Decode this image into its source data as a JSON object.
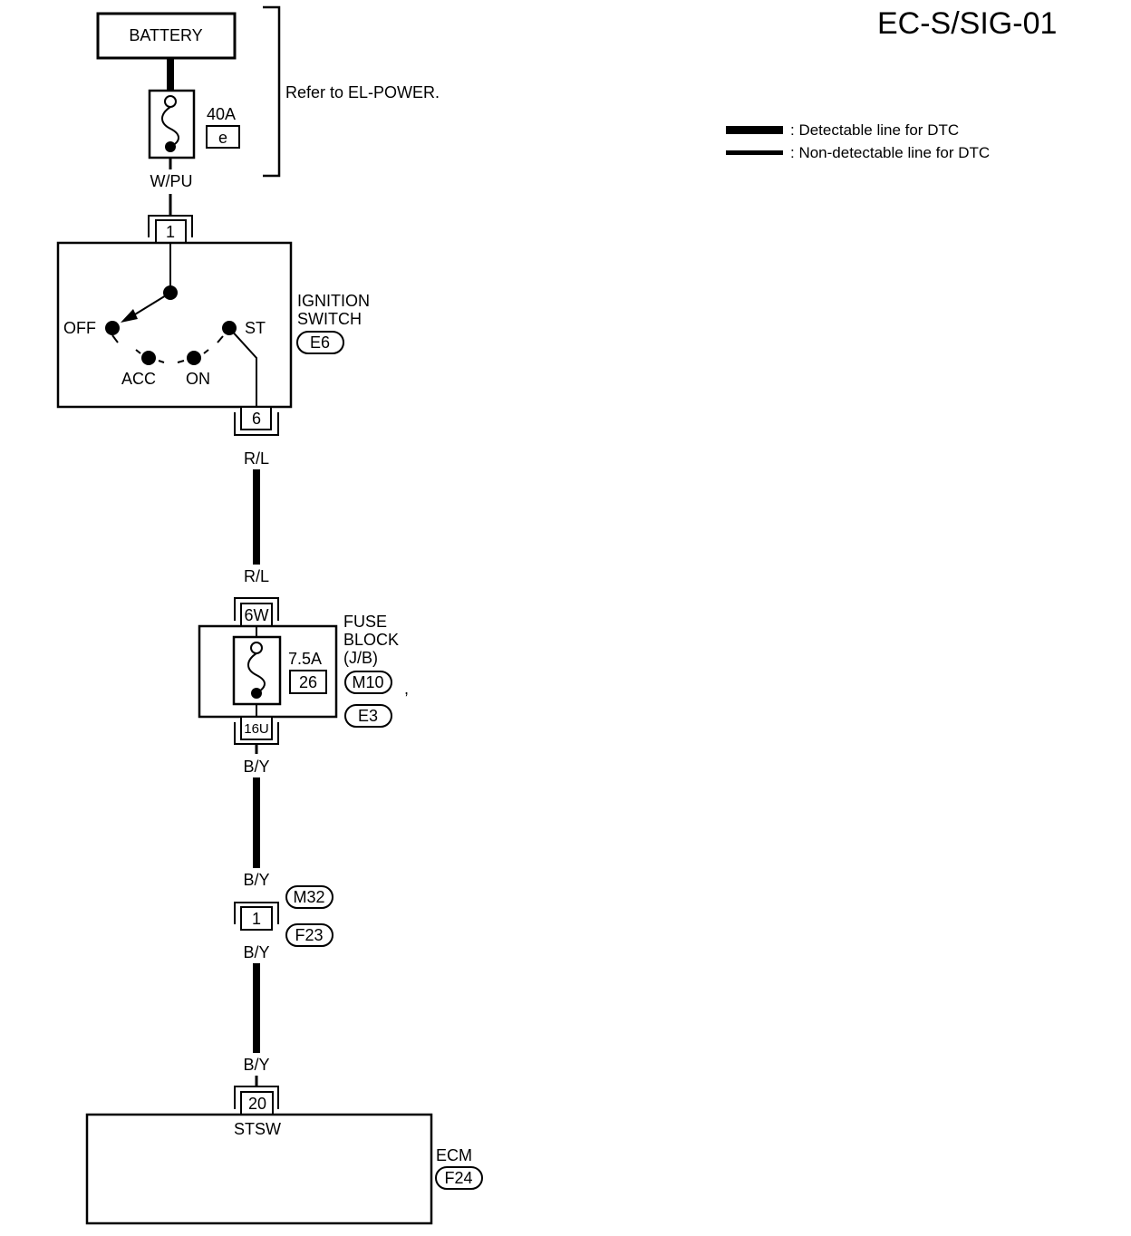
{
  "title": "EC-S/SIG-01",
  "legend": {
    "detectable": ": Detectable line for DTC",
    "non_detectable": ": Non-detectable line for DTC"
  },
  "battery": {
    "label": "BATTERY"
  },
  "fuse_main": {
    "rating": "40A",
    "id": "e"
  },
  "refer_note": "Refer to EL-POWER.",
  "wires": {
    "w1": "W/PU",
    "w2_top": "R/L",
    "w2_bottom": "R/L",
    "w3_top": "B/Y",
    "w3_bottom": "B/Y",
    "w4_top": "B/Y",
    "w4_bottom": "B/Y"
  },
  "ignition_switch": {
    "name_line1": "IGNITION",
    "name_line2": "SWITCH",
    "connector": "E6",
    "pin_in": "1",
    "pin_out": "6",
    "positions": {
      "off": "OFF",
      "acc": "ACC",
      "on": "ON",
      "st": "ST"
    }
  },
  "fuse_block": {
    "name_line1": "FUSE",
    "name_line2": "BLOCK",
    "name_line3": "(J/B)",
    "connector1": "M10",
    "connector2": "E3",
    "separator": ",",
    "pin_in": "6W",
    "pin_out": "16U",
    "rating": "7.5A",
    "fuse_no": "26"
  },
  "joint_connector": {
    "pin": "1",
    "conn_top": "M32",
    "conn_bottom": "F23"
  },
  "ecm": {
    "name": "ECM",
    "connector": "F24",
    "pin": "20",
    "terminal": "STSW"
  }
}
